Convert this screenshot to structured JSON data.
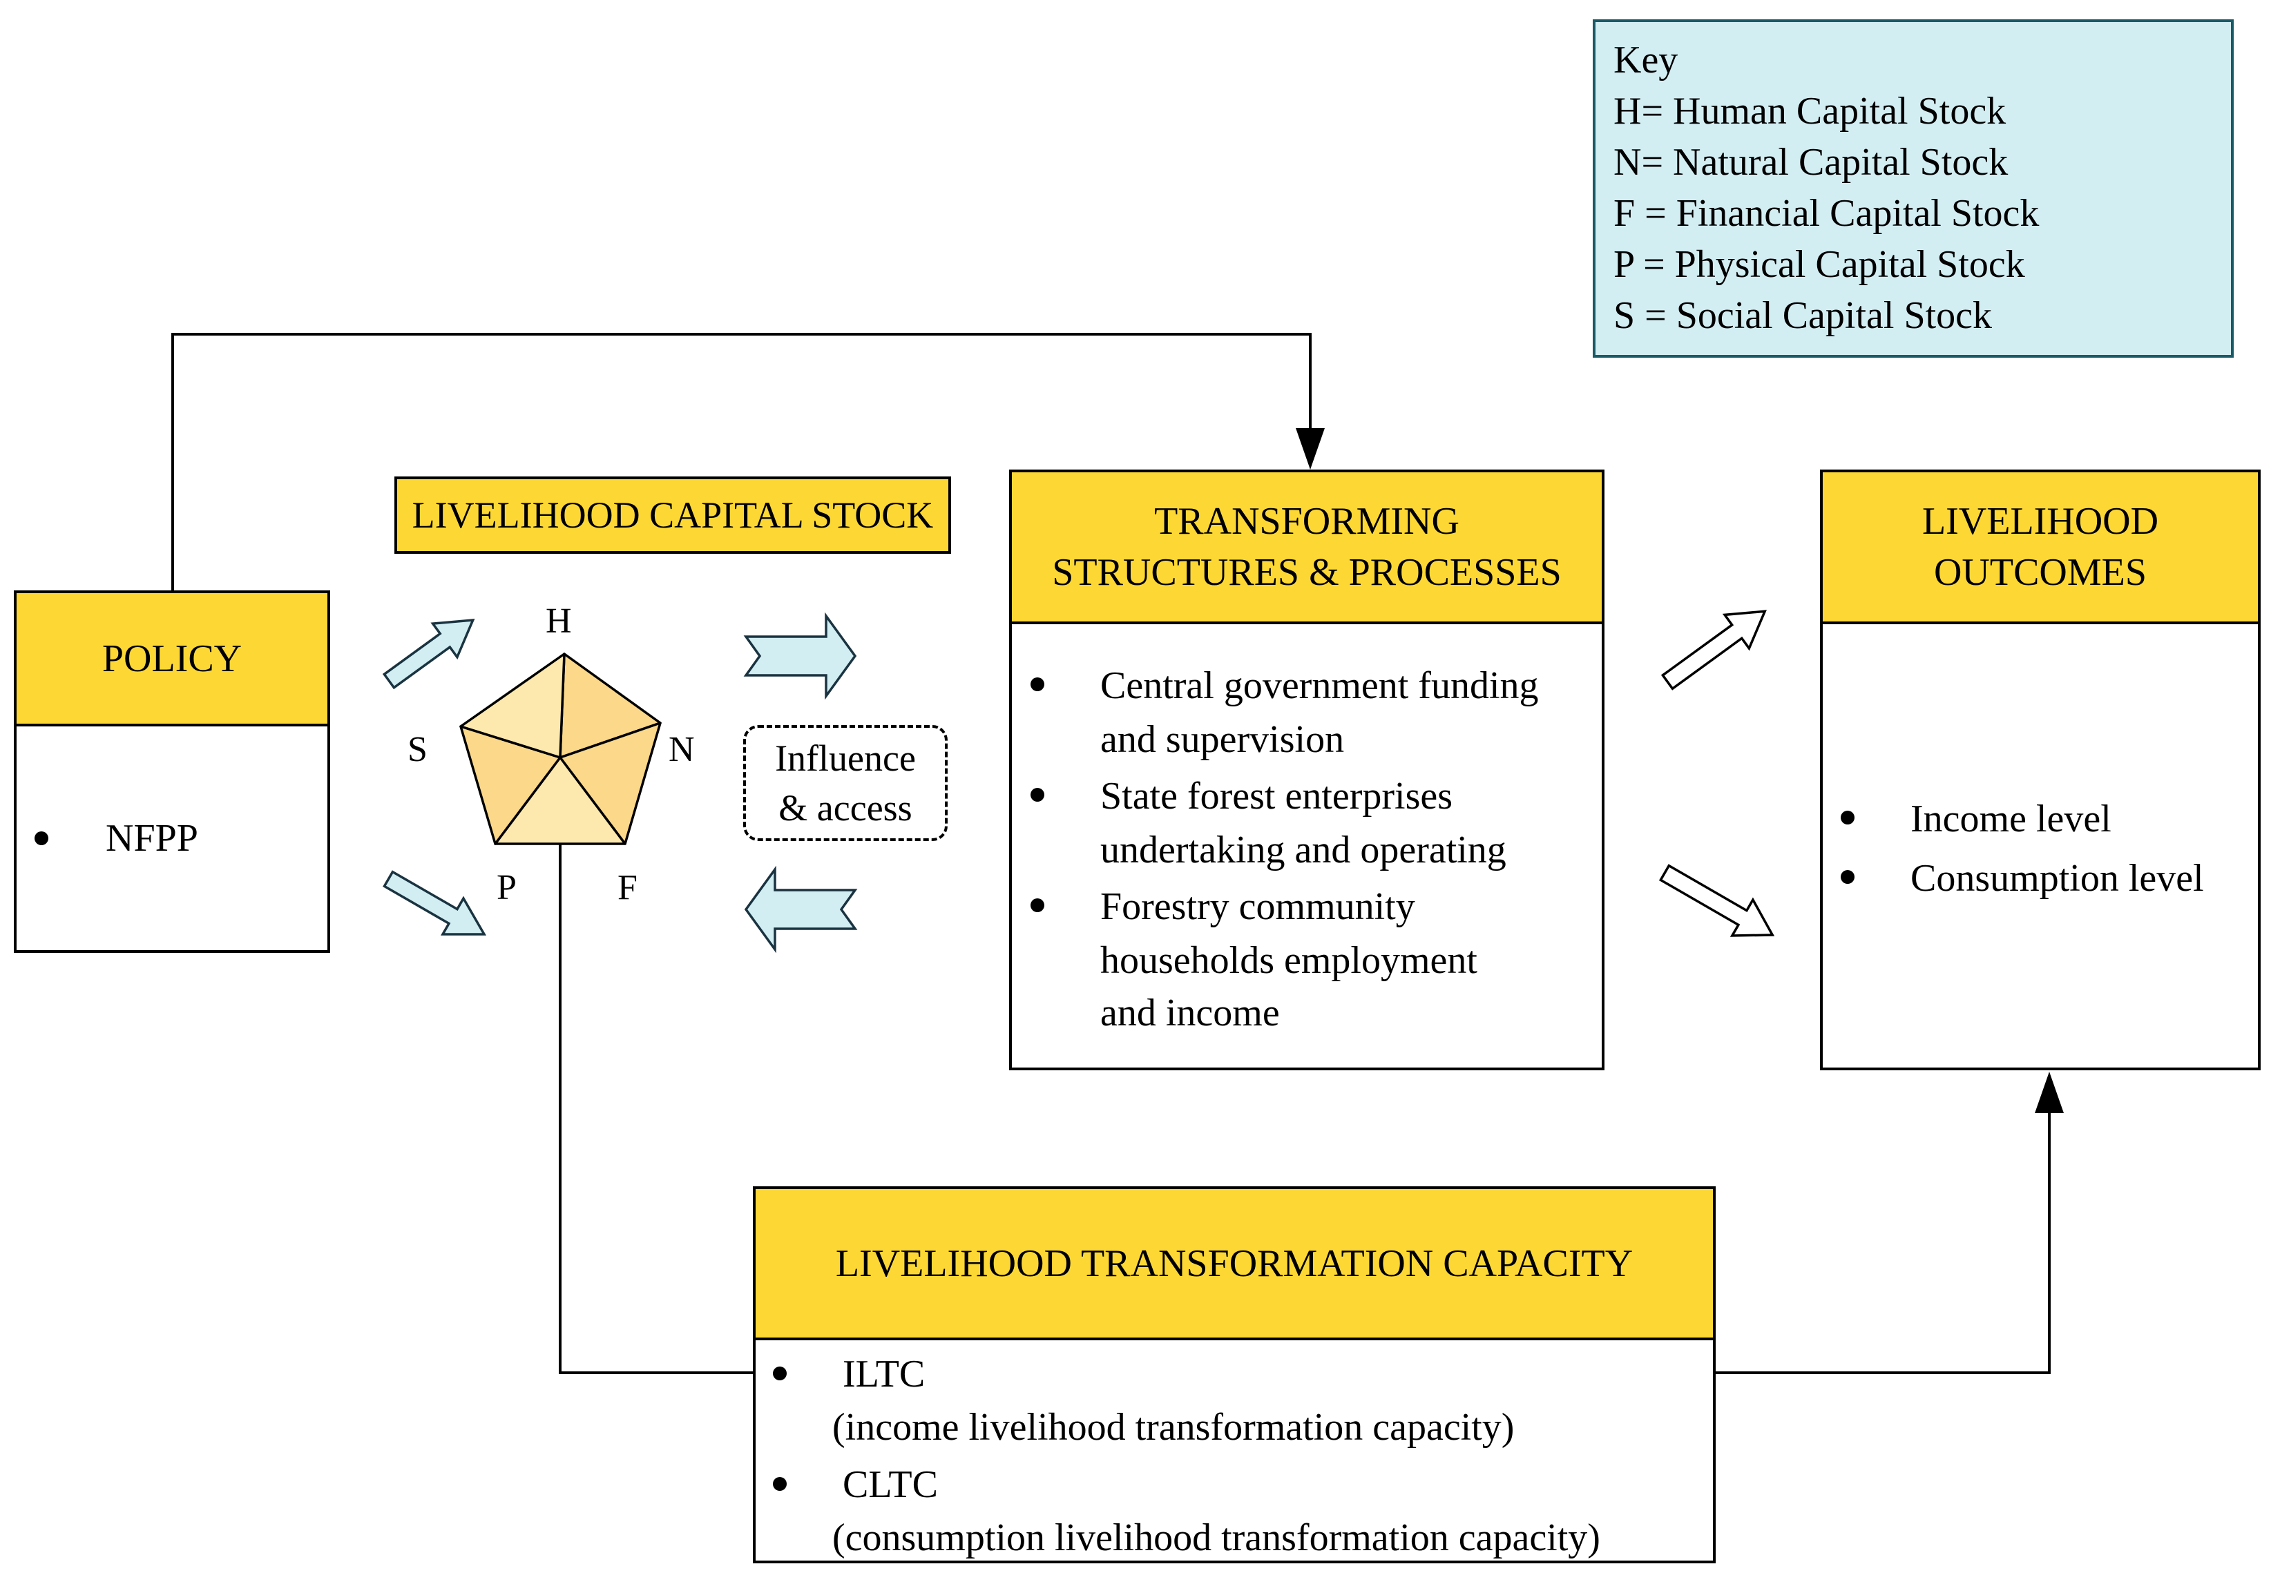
{
  "key": {
    "title": "Key",
    "items": [
      "H= Human Capital Stock",
      "N= Natural Capital Stock",
      "F = Financial Capital Stock",
      "P = Physical Capital Stock",
      "S = Social Capital Stock"
    ]
  },
  "policy": {
    "title": "POLICY",
    "items": [
      "NFPP"
    ]
  },
  "capital": {
    "title": "LIVELIHOOD CAPITAL STOCK",
    "labels": {
      "h": "H",
      "n": "N",
      "f": "F",
      "p": "P",
      "s": "S"
    },
    "influence_line1": "Influence",
    "influence_line2": "& access"
  },
  "transforming": {
    "title_line1": "TRANSFORMING",
    "title_line2": "STRUCTURES & PROCESSES",
    "items": [
      {
        "line1": "Central government funding",
        "line2": "and supervision"
      },
      {
        "line1": "State forest enterprises",
        "line2": "undertaking and operating"
      },
      {
        "line1": "Forestry community",
        "line2": "households employment",
        "line3": "and income"
      }
    ]
  },
  "outcomes": {
    "title_line1": "LIVELIHOOD",
    "title_line2": "OUTCOMES",
    "items": [
      "Income level",
      "Consumption level"
    ]
  },
  "capacity": {
    "title": "LIVELIHOOD TRANSFORMATION CAPACITY",
    "items": [
      {
        "code": "ILTC",
        "desc": "(income livelihood transformation capacity)"
      },
      {
        "code": "CLTC",
        "desc": "(consumption livelihood transformation capacity)"
      }
    ]
  },
  "colors": {
    "header_fill": "#fdd835",
    "key_fill": "#d3eef3",
    "arrow_fill": "#d3eef3",
    "pentagon_light": "#fde9ad",
    "pentagon_mid": "#fbd88a"
  }
}
